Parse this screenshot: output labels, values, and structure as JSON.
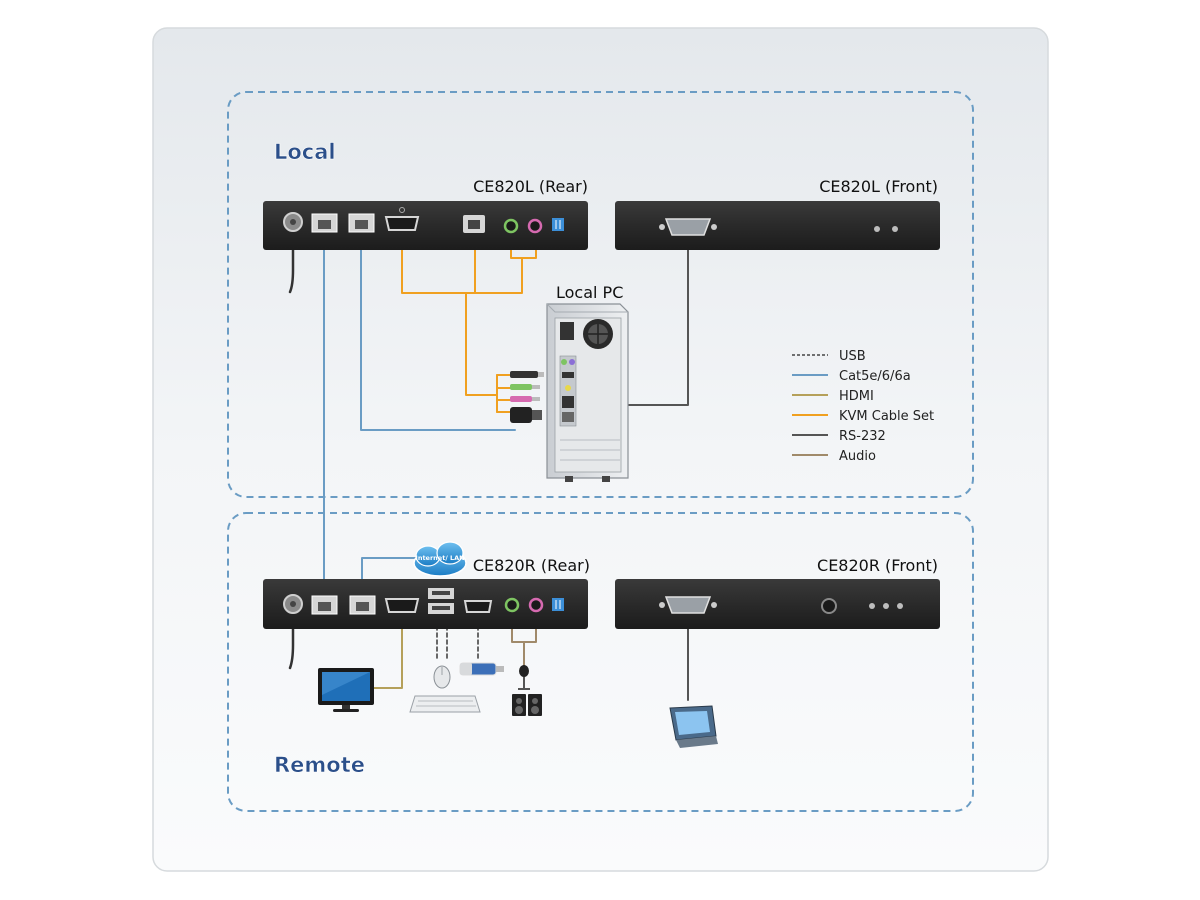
{
  "zones": {
    "local": {
      "title": "Local"
    },
    "remote": {
      "title": "Remote"
    }
  },
  "devices": {
    "local_rear": {
      "label": "CE820L (Rear)"
    },
    "local_front": {
      "label": "CE820L (Front)"
    },
    "remote_rear": {
      "label": "CE820R (Rear)"
    },
    "remote_front": {
      "label": "CE820R (Front)"
    }
  },
  "local_pc": {
    "label": "Local PC"
  },
  "network_cloud": {
    "label": "Internet/ LAN"
  },
  "legend": {
    "items": [
      {
        "label": "USB",
        "color": "#444444",
        "style": "dashed"
      },
      {
        "label": "Cat5e/6/6a",
        "color": "#6a9cc4",
        "style": "solid"
      },
      {
        "label": "HDMI",
        "color": "#b5a05a",
        "style": "solid"
      },
      {
        "label": "KVM Cable Set",
        "color": "#f0a020",
        "style": "solid"
      },
      {
        "label": "RS-232",
        "color": "#555555",
        "style": "solid"
      },
      {
        "label": "Audio",
        "color": "#a08a6a",
        "style": "solid"
      }
    ]
  },
  "colors": {
    "zone_border": "#6a9cc4",
    "zone_title": "#2b4f8a",
    "device_body": "#2e2e2e",
    "cat5": "#6a9cc4",
    "kvm": "#f0a020",
    "hdmi": "#b5a05a",
    "rs232": "#555555",
    "audio": "#a08a6a"
  }
}
